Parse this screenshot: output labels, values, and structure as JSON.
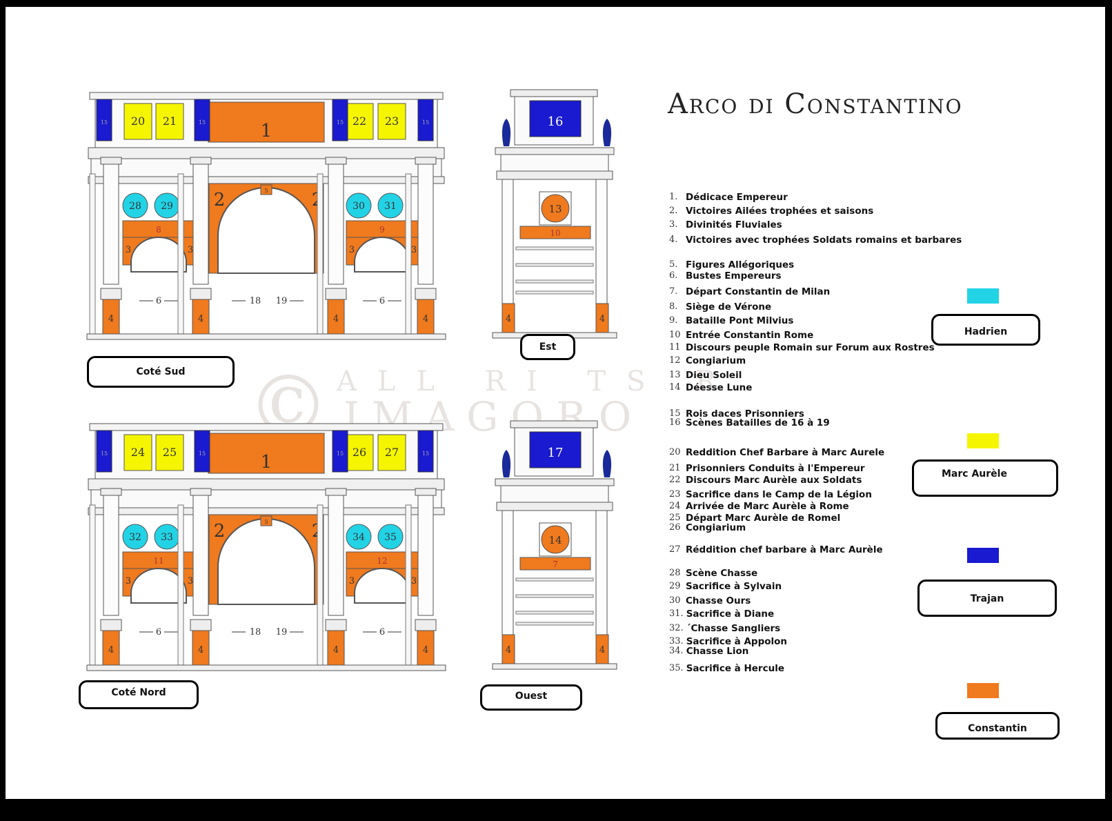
{
  "title": "Arco di Constantino",
  "watermark": {
    "line1": "ALL RI   TS R",
    "line2": "IMAGORO",
    "symbol": "©"
  },
  "views": {
    "sud": "Coté Sud",
    "nord": "Coté Nord",
    "est": "Est",
    "ouest": "Ouest"
  },
  "legend": [
    {
      "n": "1.",
      "t": "Dédicace Empereur"
    },
    {
      "n": "2.",
      "t": "Victoires Ailées trophées et saisons"
    },
    {
      "n": "3.",
      "t": "Divinités Fluviales"
    },
    {
      "n": "4.",
      "t": "Victoires avec trophées Soldats romains et barbares"
    },
    {
      "n": "5.",
      "t": "Figures Allégoriques"
    },
    {
      "n": "6.",
      "t": "Bustes Empereurs"
    },
    {
      "n": "7.",
      "t": "Départ Constantin de Milan"
    },
    {
      "n": "8.",
      "t": "Siège de Vérone"
    },
    {
      "n": "9.",
      "t": "Bataille Pont Milvius"
    },
    {
      "n": "10",
      "t": "Entrée Constantin Rome"
    },
    {
      "n": "11",
      "t": "Discours peuple Romain  sur Forum aux Rostres"
    },
    {
      "n": "12",
      "t": "Congiarium"
    },
    {
      "n": "13",
      "t": "Dieu Soleil"
    },
    {
      "n": "14",
      "t": "Déesse Lune"
    },
    {
      "n": "15",
      "t": "Rois daces Prisonniers"
    },
    {
      "n": "16",
      "t": "Scènes Batailles     de 16 à 19"
    },
    {
      "n": "20",
      "t": "Reddition Chef Barbare à Marc Aurele"
    },
    {
      "n": "21",
      "t": "Prisonniers Conduits à l'Empereur"
    },
    {
      "n": "22",
      "t": "Discours Marc Aurèle aux Soldats"
    },
    {
      "n": "23",
      "t": "Sacrifice dans le Camp de la Légion"
    },
    {
      "n": "24",
      "t": "Arrivée de Marc Aurèle à Rome"
    },
    {
      "n": "25",
      "t": "Départ Marc Aurèle de Romel"
    },
    {
      "n": "26",
      "t": "Congiarium"
    },
    {
      "n": "27",
      "t": "Réddition chef barbare à Marc Aurèle"
    },
    {
      "n": "28",
      "t": "Scène Chasse"
    },
    {
      "n": "29",
      "t": "Sacrifice à Sylvain"
    },
    {
      "n": "30",
      "t": "Chasse Ours"
    },
    {
      "n": "31.",
      "t": "Sacrifice à Diane"
    },
    {
      "n": "32.",
      "t": "´Chasse Sangliers"
    },
    {
      "n": "33.",
      "t": "Sacrifice à Appolon"
    },
    {
      "n": "34.",
      "t": "Chasse Lion"
    },
    {
      "n": "35.",
      "t": "Sacrifice à Hercule"
    }
  ],
  "emperors": [
    {
      "name": "Hadrien",
      "color": "#22d3e6"
    },
    {
      "name": "Marc Aurèle",
      "color": "#f5f500"
    },
    {
      "name": "Trajan",
      "color": "#1a1ad0"
    },
    {
      "name": "Constantin",
      "color": "#f07a1e"
    }
  ],
  "south": {
    "attic": [
      "20",
      "21",
      "22",
      "23"
    ],
    "roundels": [
      "28",
      "29",
      "30",
      "31"
    ],
    "reliefs": [
      "8",
      "9"
    ]
  },
  "north": {
    "attic": [
      "24",
      "25",
      "26",
      "27"
    ],
    "roundels": [
      "32",
      "33",
      "34",
      "35"
    ],
    "reliefs": [
      "11",
      "12"
    ]
  },
  "common": {
    "n1": "1",
    "n2": "2",
    "n3": "3",
    "n4": "4",
    "n5": "5",
    "n6": "6",
    "n15": "15",
    "n18": "18",
    "n19": "19"
  },
  "east": {
    "attic": "16",
    "roundel": "13",
    "relief": "10",
    "side": "4"
  },
  "west": {
    "attic": "17",
    "roundel": "14",
    "relief": "7",
    "side": "4"
  }
}
